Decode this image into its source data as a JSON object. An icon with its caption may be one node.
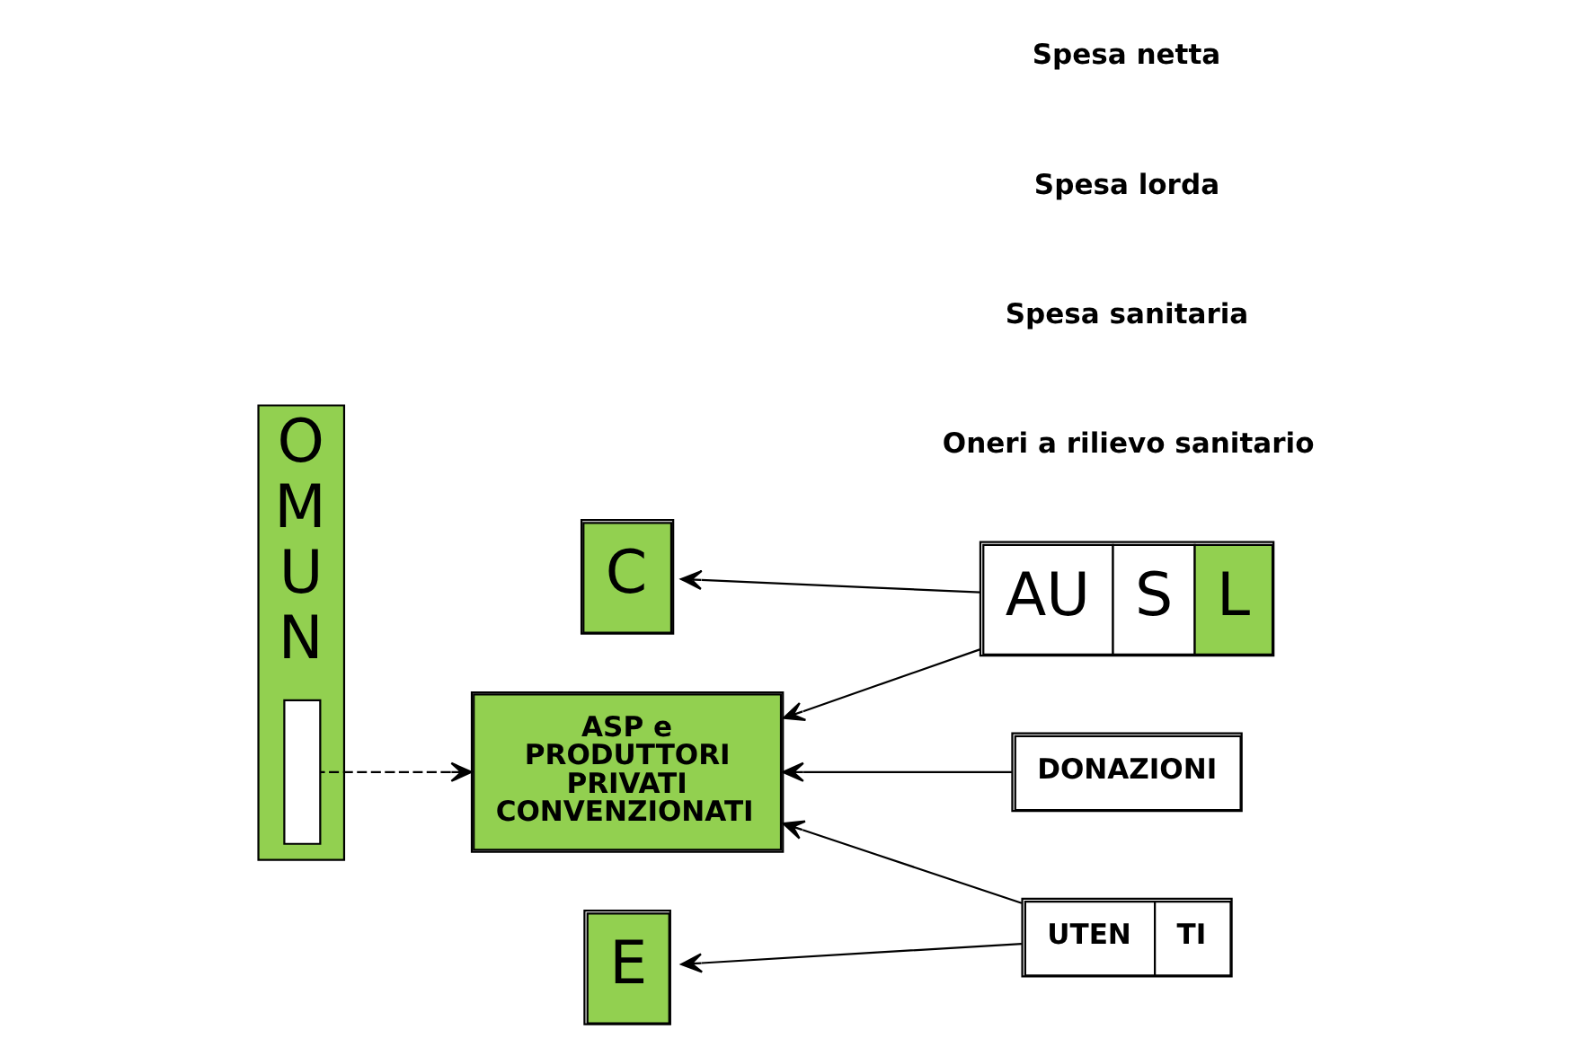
{
  "diagram": {
    "nodes": [
      {
        "text": [
          "C"
        ]
      },
      {
        "text": [
          "O",
          "M",
          "U",
          "N"
        ]
      },
      {
        "text": [],
        "shape": "box",
        "in": 1
      },
      {
        "text": [
          "E"
        ]
      },
      {
        "text": [
          "AU",
          "S",
          "L"
        ]
      },
      {
        "text": [
          "ASP e PRODUTTORI PRIVATI CONVENZIONATI"
        ]
      },
      {
        "text": [
          "DONAZIONI"
        ]
      },
      {
        "text": [
          "UTEN",
          "TI"
        ]
      }
    ],
    "edges": [
      {
        "from": 4,
        "to": 0,
        "arrow": "to"
      },
      {
        "from": 4,
        "to": 5,
        "arrow": "to"
      },
      {
        "from": 2,
        "to": 5,
        "arrow": "to",
        "style": "dashed"
      },
      {
        "from": 6,
        "to": 5,
        "arrow": "to"
      },
      {
        "from": 7,
        "to": 5,
        "arrow": "to"
      },
      {
        "from": 7,
        "to": 3,
        "arrow": "to"
      }
    ],
    "labels": [
      "Oneri a rilievo sanitario",
      "Spesa sanitaria",
      "Spesa lorda",
      "Spesa netta"
    ]
  }
}
